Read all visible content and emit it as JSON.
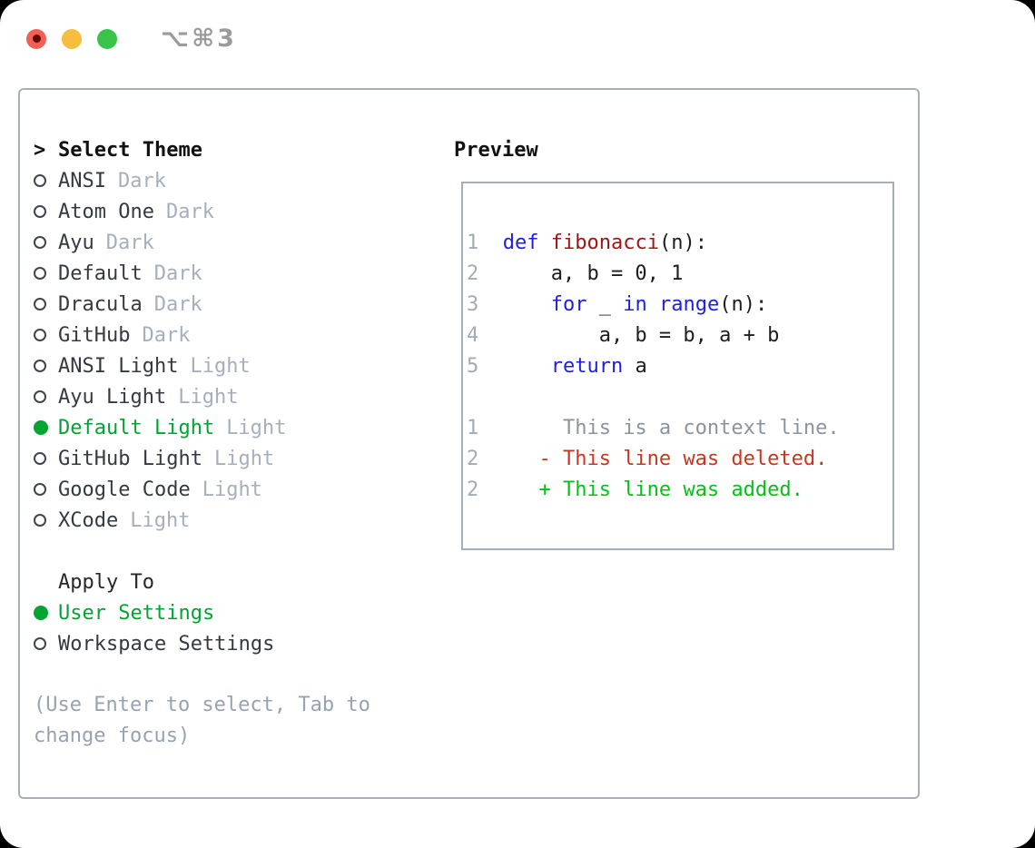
{
  "window": {
    "titlebar": {
      "shortcut": "⌥⌘3",
      "traffic_lights": [
        "close",
        "minimize",
        "zoom"
      ]
    }
  },
  "colors": {
    "accent_green": "#00a532",
    "added_green": "#00c414",
    "deleted_red": "#c8361f",
    "keyword_blue": "#1e1ee5",
    "function_red": "#a31515",
    "code_text": "#1d1d1d",
    "context_gray": "#8b949e",
    "lineno_gray": "#a3abb5",
    "tag_gray": "#a7afbc",
    "hint_gray": "#98a2b0",
    "border_gray": "#a6aeb8"
  },
  "theme_list": {
    "prompt": ">",
    "header": "Select Theme",
    "items": [
      {
        "name": "ANSI",
        "tag": "Dark",
        "selected": false
      },
      {
        "name": "Atom One",
        "tag": "Dark",
        "selected": false
      },
      {
        "name": "Ayu",
        "tag": "Dark",
        "selected": false
      },
      {
        "name": "Default",
        "tag": "Dark",
        "selected": false
      },
      {
        "name": "Dracula",
        "tag": "Dark",
        "selected": false
      },
      {
        "name": "GitHub",
        "tag": "Dark",
        "selected": false
      },
      {
        "name": "ANSI Light",
        "tag": "Light",
        "selected": false
      },
      {
        "name": "Ayu Light",
        "tag": "Light",
        "selected": false
      },
      {
        "name": "Default Light",
        "tag": "Light",
        "selected": true
      },
      {
        "name": "GitHub Light",
        "tag": "Light",
        "selected": false
      },
      {
        "name": "Google Code",
        "tag": "Light",
        "selected": false
      },
      {
        "name": "XCode",
        "tag": "Light",
        "selected": false
      }
    ]
  },
  "apply_to": {
    "header": "Apply To",
    "items": [
      {
        "name": "User Settings",
        "selected": true
      },
      {
        "name": "Workspace Settings",
        "selected": false
      }
    ]
  },
  "hint": "(Use Enter to select, Tab to\nchange focus)",
  "preview": {
    "header": "Preview",
    "lines": [
      {
        "no": "1",
        "segs": [
          {
            "t": "  ",
            "c": "code_text"
          },
          {
            "t": "def ",
            "c": "keyword_blue"
          },
          {
            "t": "fibonacci",
            "c": "function_red"
          },
          {
            "t": "(n):",
            "c": "code_text"
          }
        ]
      },
      {
        "no": "2",
        "segs": [
          {
            "t": "      a, b = 0, 1",
            "c": "code_text"
          }
        ]
      },
      {
        "no": "3",
        "segs": [
          {
            "t": "      ",
            "c": "code_text"
          },
          {
            "t": "for",
            "c": "keyword_blue"
          },
          {
            "t": " _ ",
            "c": "code_text"
          },
          {
            "t": "in",
            "c": "keyword_blue"
          },
          {
            "t": " ",
            "c": "code_text"
          },
          {
            "t": "range",
            "c": "keyword_blue"
          },
          {
            "t": "(n):",
            "c": "code_text"
          }
        ]
      },
      {
        "no": "4",
        "segs": [
          {
            "t": "          a, b = b, a + b",
            "c": "code_text"
          }
        ]
      },
      {
        "no": "5",
        "segs": [
          {
            "t": "      ",
            "c": "code_text"
          },
          {
            "t": "return",
            "c": "keyword_blue"
          },
          {
            "t": " a",
            "c": "code_text"
          }
        ]
      },
      {
        "no": "",
        "segs": []
      },
      {
        "no": "1",
        "segs": [
          {
            "t": "       This is a context line.",
            "c": "context_gray"
          }
        ]
      },
      {
        "no": "2",
        "segs": [
          {
            "t": "     - This line was deleted.",
            "c": "deleted_red"
          }
        ]
      },
      {
        "no": "2",
        "segs": [
          {
            "t": "     + This line was added.",
            "c": "added_green"
          }
        ]
      }
    ]
  }
}
